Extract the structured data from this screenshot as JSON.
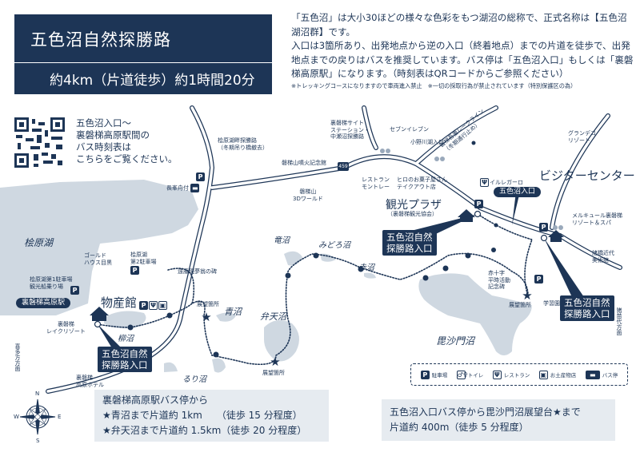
{
  "header": {
    "title": "五色沼自然探勝路",
    "subtitle": "約4km（片道徒歩）約1時間20分"
  },
  "intro": {
    "lines": [
      "「五色沼」は大小30ほどの様々な色彩をもつ湖沼の総称で、正式名称は【五色沼湖沼群】です。",
      "入口は3箇所あり、出発地点から逆の入口（終着地点）までの片道を徒歩で、出発地点までの戻りはバスを推奨しています。バス停は「五色沼入口」もしくは「裏磐梯高原駅」になります。（時刻表はQRコードからご参照ください）"
    ],
    "note": "※トレッキングコースになりますので車両進入禁止　※一切の採取行為が禁止されています（特別保護区の為）"
  },
  "qr": {
    "text": [
      "五色沼入口～",
      "裏磐梯高原駅間の",
      "バス時刻表は",
      "こちらをご覧ください。"
    ]
  },
  "labels": {
    "hibara_lake": "桧原湖",
    "hibara_trail": "桧原湖畔探勝路",
    "hibara_trail_note": "（冬期吊り橋撤去）",
    "nagamine": "長峯舟付",
    "funka": "磐梯山噴火記念館",
    "world3d_1": "磐梯山",
    "world3d_2": "3Dワールド",
    "site_station": [
      "裏磐梯サイト",
      "ステーション・",
      "中瀬沼探勝路"
    ],
    "seven": "セブンイレブン",
    "onogawa": "小野川湖入口",
    "route459": "459",
    "montrey": [
      "レストラン",
      "モントレー"
    ],
    "hiro": [
      "ヒロのお菓子屋さん",
      "テイクアウト店"
    ],
    "lakeline": "磐梯吾妻レークライン",
    "lakeline_note": "（冬期通行止め）",
    "grandeco": [
      "グランデコ",
      "リゾート"
    ],
    "visitor": "ビジターセンター",
    "ilregalo": "イルレガーロ",
    "goshiki_bus": "五色沼入口",
    "plaza": "観光プラザ",
    "plaza_sub": "（裏磐梯観光協会）",
    "mercure": [
      "メルキュール裏磐梯",
      "リゾート＆スパ"
    ],
    "entrance": [
      "五色沼自然",
      "探勝路入口"
    ],
    "tatsunuma": "竜沼",
    "midoro": "みどろ沼",
    "akanuma": "赤沼",
    "morohashi": [
      "諸橋近代",
      "美術館"
    ],
    "redcross": [
      "赤十字",
      "平時活動",
      "記念碑"
    ],
    "viewpoint": "展望箇所",
    "gakushuen": "学習園",
    "inawashiro": "猪苗代方面",
    "bishamon": "毘沙門沼",
    "gold": [
      "ゴールド",
      "ハウス目黒"
    ],
    "parking2": [
      "桧原湖",
      "第2駐車場"
    ],
    "endo": "遠藤現夢翁の碑",
    "parking1": [
      "桧原湖第1駐車場",
      "観光船乗り場"
    ],
    "station": "裏磐梯高原駅",
    "bussan": "物産館",
    "aonuma": "青沼",
    "benten": "弁天沼",
    "lakeresort": [
      "裏磐梯",
      "レイクリゾート"
    ],
    "yanagi": "柳沼",
    "kitakata": "喜多方方面",
    "hotel": [
      "裏磐梯",
      "高原ホテル"
    ],
    "rurinuma": "るり沼"
  },
  "icons": {
    "parking": "P",
    "toilet": "♿",
    "restaurant": "Ψ",
    "shop": "▣"
  },
  "legend": [
    {
      "icon": "P",
      "label": "駐車場"
    },
    {
      "icon": "🚻",
      "label": "トイレ"
    },
    {
      "icon": "Ψ",
      "label": "レストラン"
    },
    {
      "icon": "▣",
      "label": "お土産物店"
    },
    {
      "icon": "bus",
      "label": "バス停"
    }
  ],
  "compass": {
    "n": "N",
    "s": "S",
    "e": "E",
    "w": "W"
  },
  "info_left": [
    "裏磐梯高原駅バス停から",
    "★青沼まで片道約 1km　　（徒歩 15 分程度）",
    "★弁天沼まで片道約 1.5km（徒歩 20 分程度）"
  ],
  "info_right": [
    "五色沼入口バス停から毘沙門沼展望台★まで",
    "片道約 400m（徒歩 5 分程度）"
  ],
  "colors": {
    "navy": "#1d3556",
    "lake": "#cfd8e1",
    "box": "#e6ebf0"
  }
}
